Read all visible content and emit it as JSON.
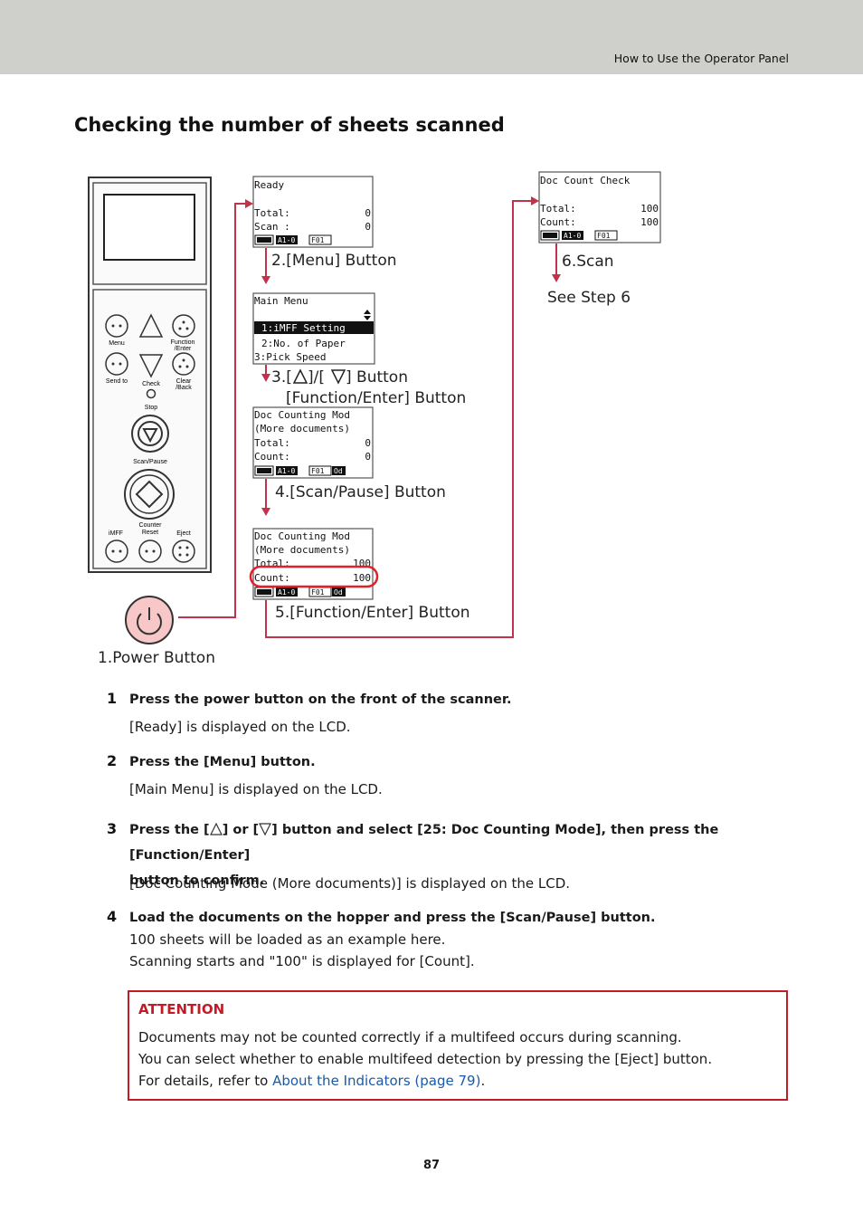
{
  "header": {
    "section": "How to Use the Operator Panel"
  },
  "title": "Checking the number of sheets scanned",
  "figure": {
    "panel_labels": {
      "menu": "Menu",
      "function_enter": "Function\n/Enter",
      "send_to": "Send to",
      "check": "Check",
      "clear_back": "Clear\n/Back",
      "stop": "Stop",
      "scan_pause": "Scan/Pause",
      "imff": "iMFF",
      "counter_reset": "Counter\nReset",
      "eject": "Eject"
    },
    "lcd_ready": {
      "line1": "Ready",
      "total": "Total:",
      "total_val": "0",
      "scan": "Scan  :",
      "scan_val": "0",
      "status1": "A1-0",
      "status2": "F01"
    },
    "lcd_main_menu": {
      "line1": "Main Menu",
      "item1": "1:iMFF Setting",
      "item2": "2:No. of Paper",
      "item3": "3:Pick Speed"
    },
    "lcd_doc_counting_1": {
      "line1": "Doc Counting Mod",
      "line2": "(More documents)",
      "total": "Total:",
      "total_val": "0",
      "count": "Count:",
      "count_val": "0",
      "status1": "A1-0",
      "status2": "F01",
      "status3": "Od"
    },
    "lcd_doc_counting_2": {
      "line1": "Doc Counting Mod",
      "line2": "(More documents)",
      "total": "Total:",
      "total_val": "100",
      "count": "Count:",
      "count_val": "100",
      "status1": "A1-0",
      "status2": "F01",
      "status3": "Od"
    },
    "lcd_doc_count_check": {
      "line1": "Doc Count Check",
      "total": "Total:",
      "total_val": "100",
      "count": "Count:",
      "count_val": "100",
      "status1": "A1-0",
      "status2": "F01"
    },
    "callouts": {
      "power": "1.Power Button",
      "menu": "2.[Menu] Button",
      "arrows_prefix": "3.[",
      "arrows_mid": " ]/[",
      "arrows_suffix": " ] Button",
      "function_enter": "[Function/Enter] Button",
      "scan_pause": "4.[Scan/Pause] Button",
      "function_enter_5": "5.[Function/Enter] Button",
      "scan": "6.Scan",
      "see_step": "See Step 6"
    },
    "colors": {
      "arrow": "#c0334a",
      "highlight": "#e0202a",
      "power_fill": "#f8c8c8"
    }
  },
  "steps": [
    {
      "num": "1",
      "head": "Press the power button on the front of the scanner.",
      "body": [
        "[Ready] is displayed on the LCD."
      ]
    },
    {
      "num": "2",
      "head": "Press the [Menu] button.",
      "body": [
        "[Main Menu] is displayed on the LCD."
      ]
    },
    {
      "num": "3",
      "head_a": "Press the [",
      "head_b": "] or [",
      "head_c": "] button and select [25: Doc Counting Mode], then press the [Function/Enter]",
      "head_d": "button to confirm.",
      "body": [
        "[Doc Counting Mode (More documents)] is displayed on the LCD."
      ]
    },
    {
      "num": "4",
      "head": "Load the documents on the hopper and press the [Scan/Pause] button.",
      "body": [
        "100 sheets will be loaded as an example here.",
        "Scanning starts and \"100\" is displayed for [Count]."
      ]
    }
  ],
  "attention": {
    "title": "ATTENTION",
    "line1": "Documents may not be counted correctly if a multifeed occurs during scanning.",
    "line2": "You can select whether to enable multifeed detection by pressing the [Eject] button.",
    "line3_prefix": "For details, refer to ",
    "line3_link": "About the Indicators (page 79)",
    "line3_suffix": "."
  },
  "page_number": "87"
}
